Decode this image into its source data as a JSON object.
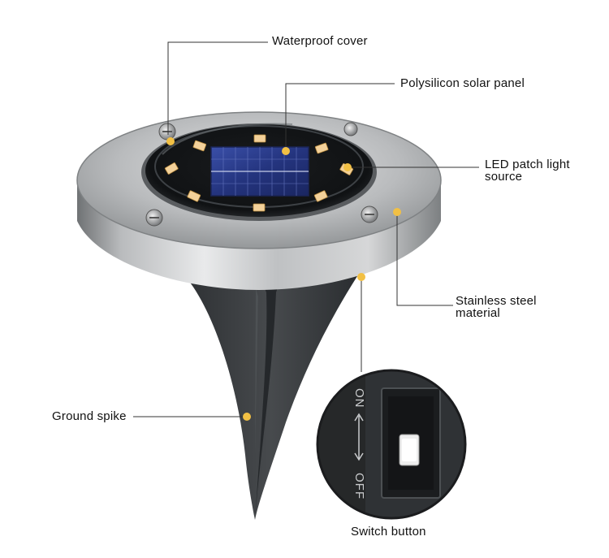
{
  "colors": {
    "background": "#ffffff",
    "callout_line": "#333333",
    "callout_dot": "#f2c044",
    "led": "#f3d19a",
    "spike": "#3b3e41",
    "steel": "#b7b9bb",
    "panel": "#2c3f92"
  },
  "icons": [
    "screw-icon",
    "led-icon",
    "solar-panel-icon",
    "slide-switch-icon"
  ],
  "labels": {
    "waterproof_cover": "Waterproof cover",
    "solar_panel": "Polysilicon solar panel",
    "led_line1": "LED patch light",
    "led_line2": "source",
    "steel_line1": "Stainless steel",
    "steel_line2": "material",
    "ground_spike": "Ground spike",
    "switch_button": "Switch button"
  },
  "switch_marks": {
    "on": "ON",
    "off": "OFF"
  }
}
